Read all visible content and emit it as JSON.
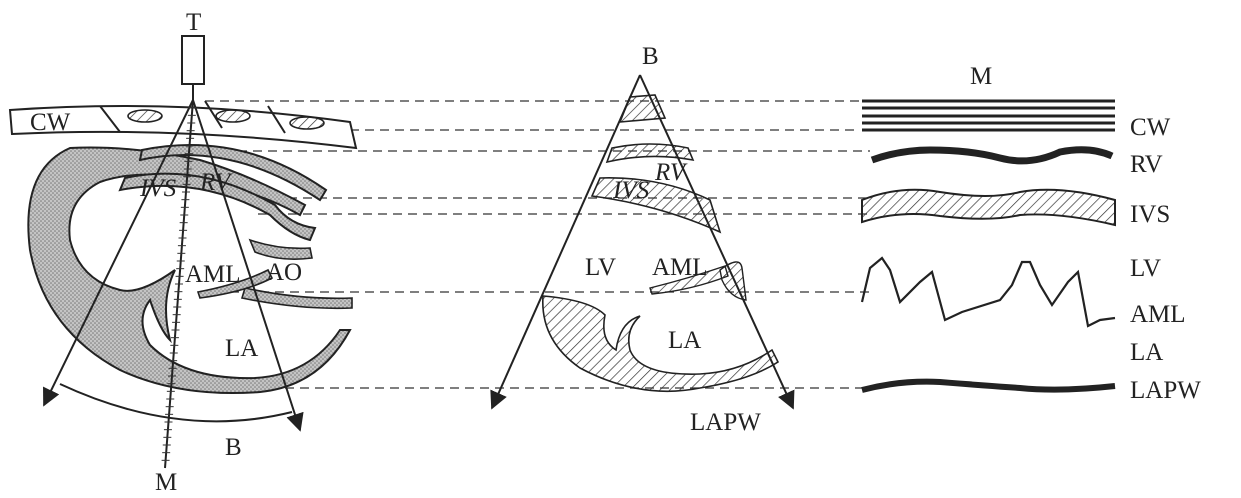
{
  "left_panel": {
    "transducer_label": "T",
    "chest_wall_label": "CW",
    "rv_label": "RV",
    "ivs_label": "IVS",
    "aml_label": "AML",
    "ao_label": "AO",
    "la_label": "LA",
    "beam_label": "B",
    "mline_label": "M"
  },
  "middle_panel": {
    "beam_label": "B",
    "rv_label": "RV",
    "ivs_label": "IVS",
    "lv_label": "LV",
    "aml_label": "AML",
    "la_label": "LA",
    "lapw_label": "LAPW"
  },
  "right_panel": {
    "mode_label": "M",
    "traces": [
      {
        "label": "CW"
      },
      {
        "label": "RV"
      },
      {
        "label": "IVS"
      },
      {
        "label": "LV"
      },
      {
        "label": "AML"
      },
      {
        "label": "LA"
      },
      {
        "label": "LAPW"
      }
    ]
  },
  "colors": {
    "ink": "#222222",
    "tissue_fill": "#b8b8b8"
  }
}
